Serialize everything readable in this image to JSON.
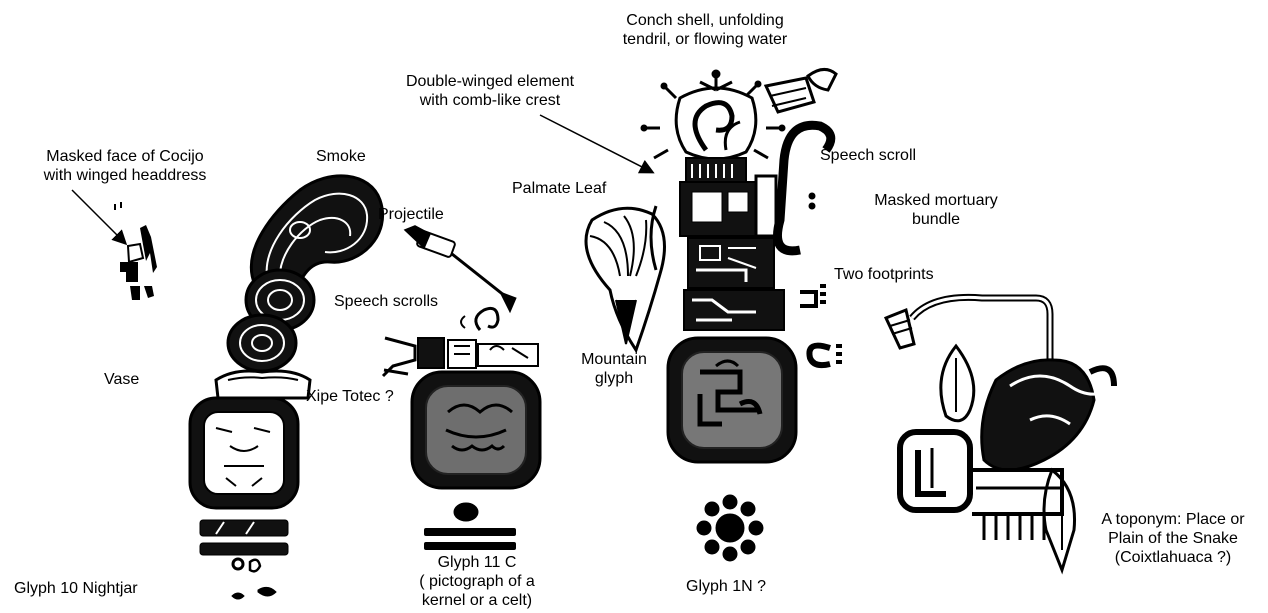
{
  "labels": {
    "masked_face": "Masked face of Cocijo\nwith winged headdress",
    "smoke": "Smoke",
    "vase": "Vase",
    "glyph10": "Glyph 10 Nightjar",
    "projectile": "Projectile",
    "speech_scrolls": "Speech scrolls",
    "xipe": "Xipe Totec ?",
    "glyph11": "Glyph 11 C\n( pictograph of  a\nkernel or a celt)",
    "conch": "Conch shell, unfolding\ntendril, or flowing water",
    "double_winged": "Double-winged element\nwith comb-like crest",
    "palmate": "Palmate Leaf",
    "speech_scroll": "Speech scroll",
    "mortuary": "Masked mortuary\nbundle",
    "footprints": "Two footprints",
    "mountain": "Mountain\nglyph",
    "glyph1n": "Glyph 1N ?",
    "toponym": "A toponym: Place or\nPlain of the Snake\n(Coixtlahuaca ?)"
  }
}
